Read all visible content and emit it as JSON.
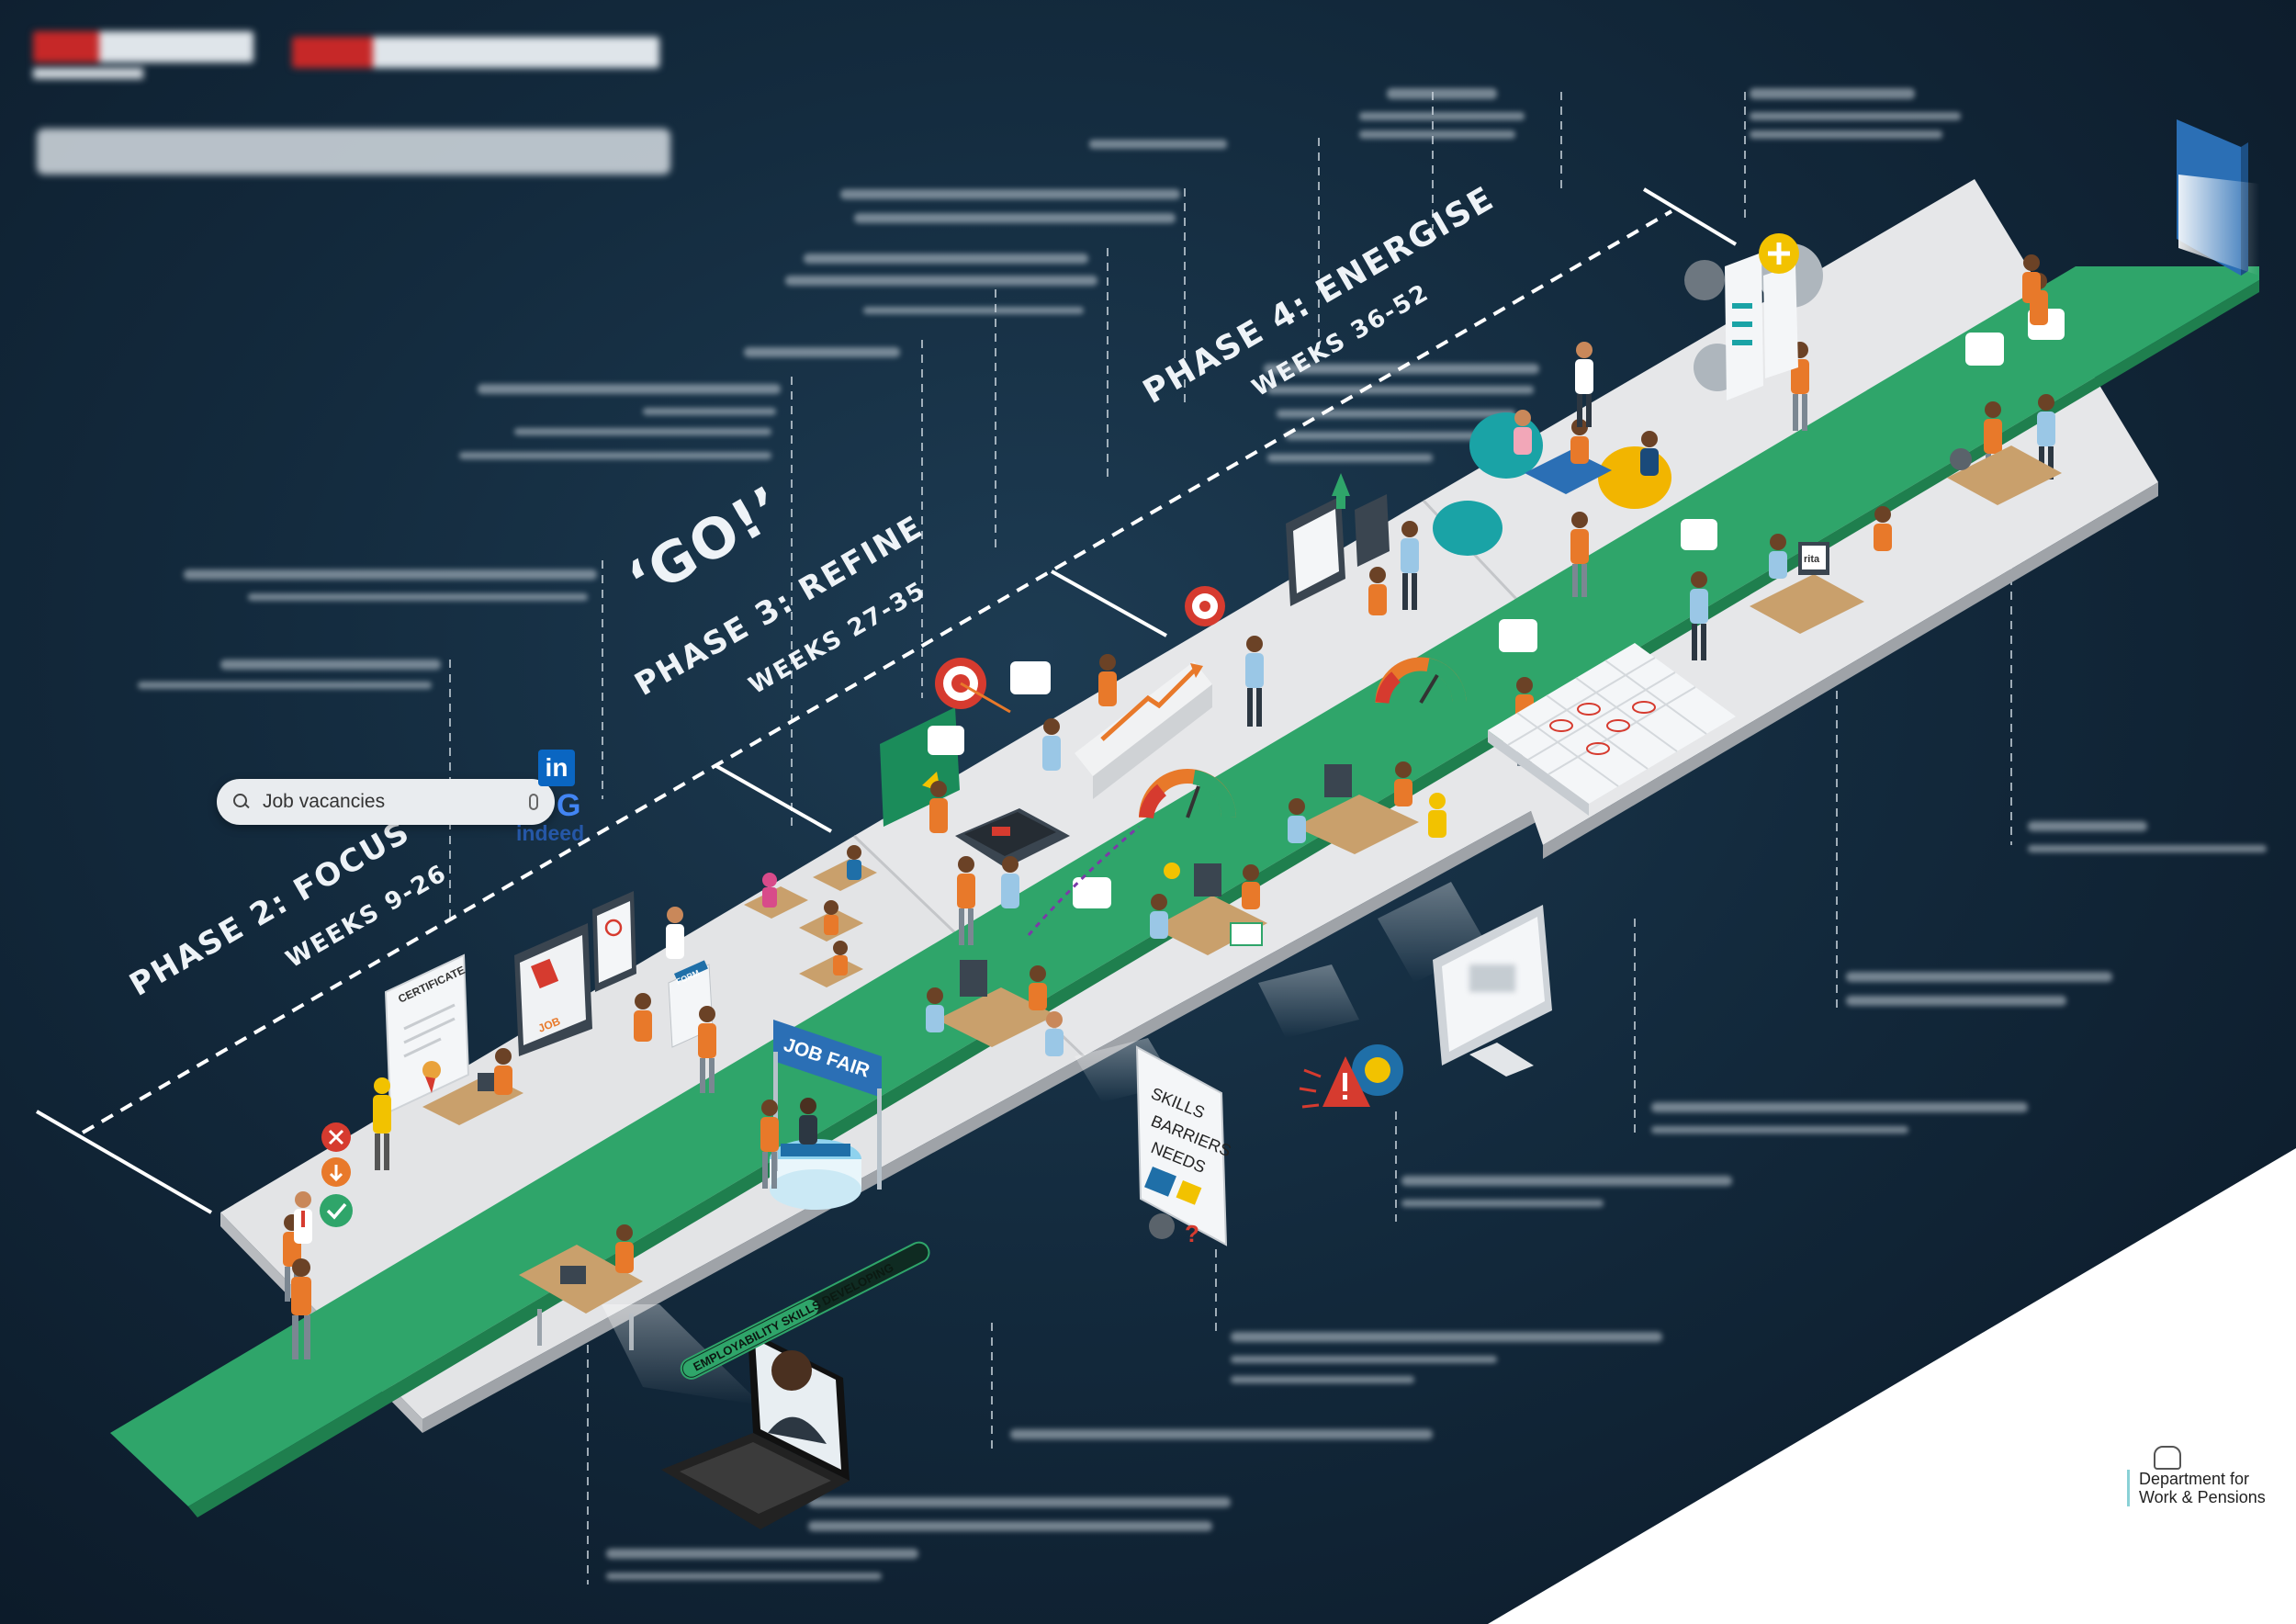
{
  "phases": [
    {
      "name": "PHASE 2: FOCUS",
      "weeks": "WEEKS 9-26"
    },
    {
      "name": "PHASE 3: REFINE",
      "weeks": "WEEKS 27-35"
    },
    {
      "name": "PHASE 4: ENERGISE",
      "weeks": "WEEKS 36-52"
    }
  ],
  "go_label": "‘GO!’",
  "search": {
    "text": "Job vacancies"
  },
  "job_boards": {
    "linkedin": "in",
    "google": "G",
    "indeed": "indeed"
  },
  "job_fair_sign": "JOB FAIR",
  "certificate_label": "CERTIFICATE",
  "form_label": "FORM",
  "assessment_card": {
    "items": [
      "SKILLS",
      "BARRIERS",
      "NEEDS"
    ]
  },
  "progress_bar_label": "EMPLOYABILITY SKILLS DEVELOPING",
  "progress_bar_fill": 0.55,
  "rita_screen": "rita",
  "job_label": "JOB",
  "department": "Department for Work & Pensions",
  "colors": {
    "background": "#132a3d",
    "platform": "#e3e4e6",
    "path": "#2fa56a",
    "accent_orange": "#e8792a",
    "accent_blue": "#1f6fa8",
    "accent_red": "#d63b2f"
  }
}
